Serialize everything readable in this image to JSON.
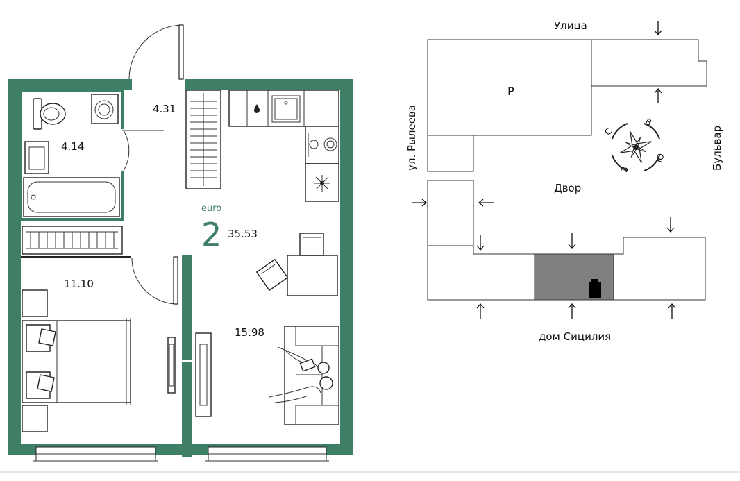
{
  "colors": {
    "wall": "#3f7f66",
    "accent": "#3f7f66",
    "highlight_block": "#808080",
    "line": "#222222"
  },
  "plan": {
    "rooms": {
      "hall_area": "4.31",
      "bathroom_area": "4.14",
      "bedroom_area": "11.10",
      "living_area": "15.98"
    },
    "apartment": {
      "type_label": "euro",
      "rooms_count": "2",
      "total_area": "35.53"
    },
    "icons": [
      "toilet-icon",
      "washer-icon",
      "sink-icon",
      "bathtub-icon",
      "radiator-icon",
      "stove-icon",
      "fridge-snowflake-icon",
      "bed-icon",
      "tv-icon",
      "table-icon",
      "chair-icon",
      "sofa-icon",
      "people-icon"
    ]
  },
  "site": {
    "street_top": "Улица",
    "street_left": "ул. Рылеева",
    "street_right": "Бульвар",
    "courtyard": "Двор",
    "parking": "P",
    "building_bottom": "дом Сицилия",
    "compass": {
      "n": "С",
      "e": "В",
      "s": "Ю",
      "w": "З"
    }
  }
}
